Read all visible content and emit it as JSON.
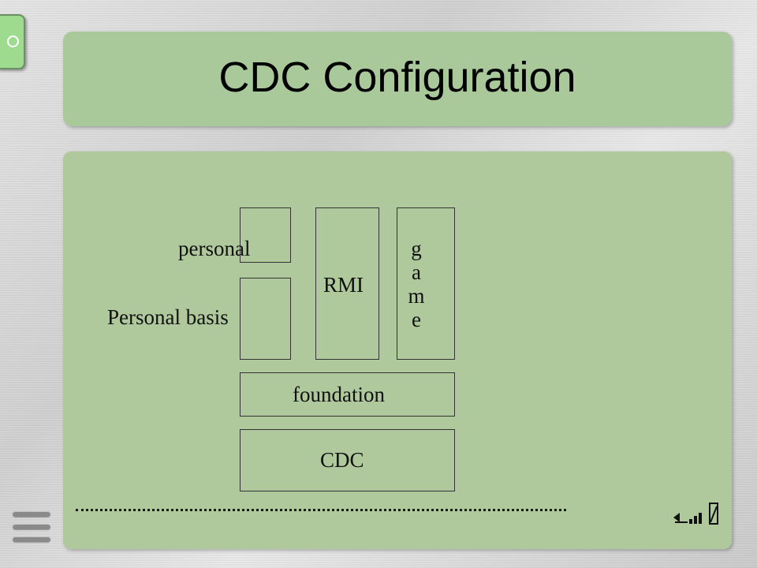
{
  "slide": {
    "title": "CDC Configuration"
  },
  "diagram": {
    "labels": {
      "personal": "personal",
      "personal_basis": "Personal basis"
    },
    "boxes": {
      "rmi": "RMI",
      "game": [
        "g",
        "a",
        "m",
        "e"
      ],
      "foundation": "foundation",
      "cdc": "CDC"
    }
  },
  "icons": {
    "corner": "circle-icon",
    "menu": "menu-icon",
    "navigation": "slide-navigation-icon"
  }
}
